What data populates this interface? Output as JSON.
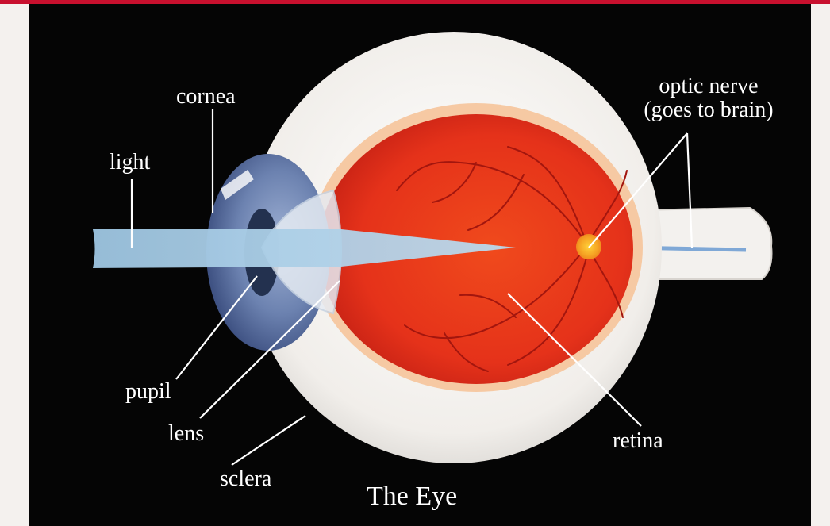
{
  "labels": {
    "cornea": "cornea",
    "light": "light",
    "pupil": "pupil",
    "lens": "lens",
    "sclera": "sclera",
    "retina": "retina",
    "optic_nerve_line1": "optic nerve",
    "optic_nerve_line2": "(goes to brain)"
  },
  "title": "The Eye",
  "colors": {
    "background": "#050505",
    "border_accent": "#c8102e",
    "sclera": "#f3f0ec",
    "retina": "#e8361a",
    "iris": "#6f85b4",
    "light_beam": "#a9cde6",
    "label_text": "#ffffff"
  }
}
